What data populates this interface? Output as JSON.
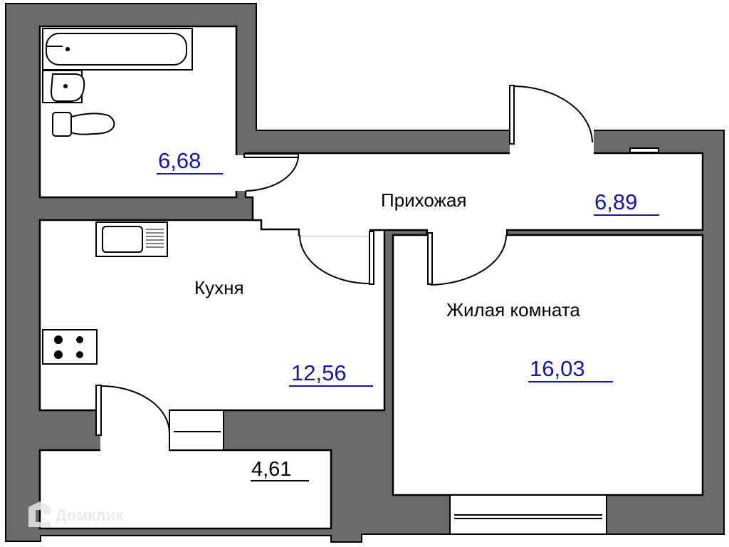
{
  "plan": {
    "bathroom": {
      "area": "6,68"
    },
    "hallway": {
      "name": "Прихожая",
      "area": "6,89"
    },
    "kitchen": {
      "name": "Кухня",
      "area": "12,56"
    },
    "living_room": {
      "name": "Жилая комната",
      "area": "16,03"
    },
    "balcony": {
      "area": "4,61"
    }
  },
  "watermark": "Домклик",
  "colors": {
    "wall": "#6b6b6b",
    "area_label": "#1414b4"
  }
}
